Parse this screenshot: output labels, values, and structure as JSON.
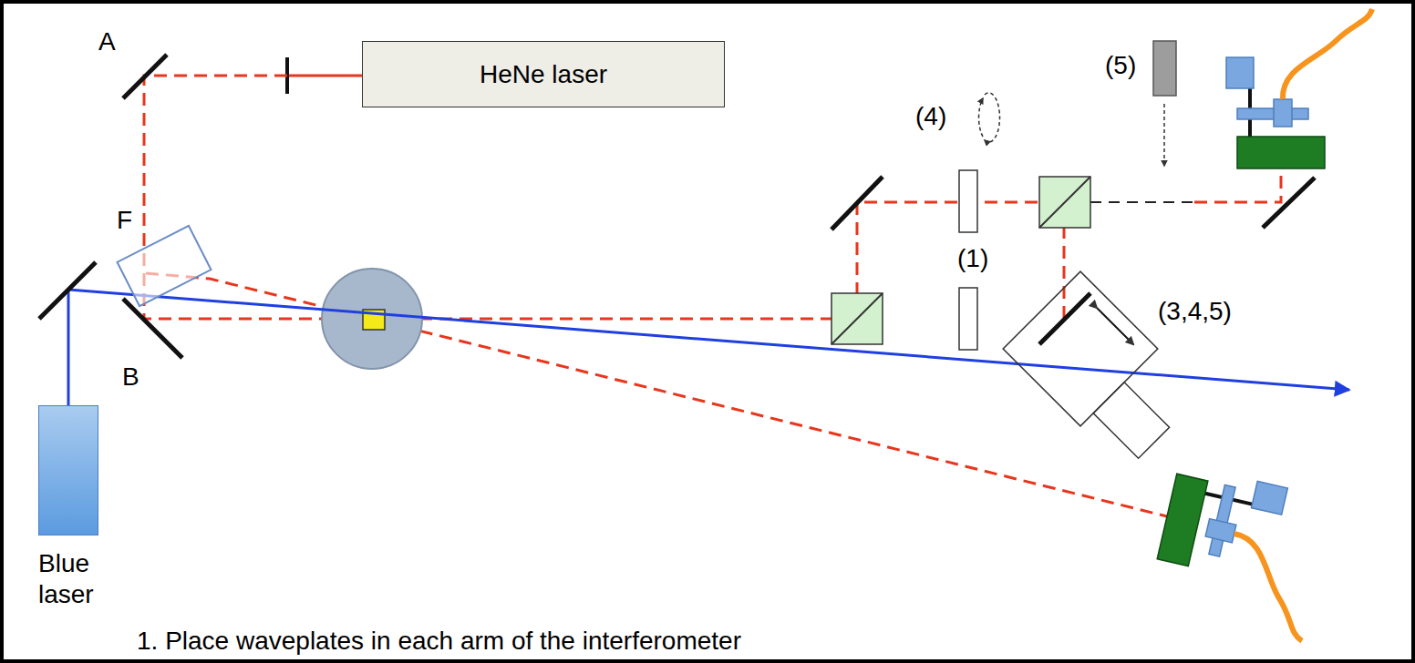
{
  "diagram": {
    "nodes": [
      {
        "text": [
          "HeNe laser"
        ]
      },
      {
        "text": [
          "Blue laser"
        ]
      }
    ],
    "labels": [
      "A",
      "(5)",
      "(4)",
      "F",
      "(1)",
      "(3,4,5)",
      "B",
      "1. Place waveplates in each arm of the interferometer"
    ]
  }
}
